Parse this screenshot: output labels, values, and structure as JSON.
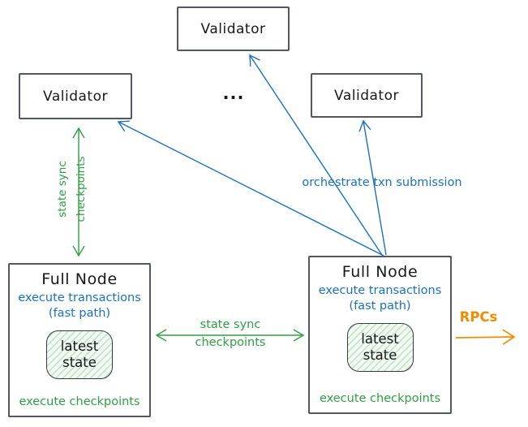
{
  "colors": {
    "blue": "#1971c2",
    "green": "#2f9e44",
    "orange": "#f08c00",
    "ink": "#17181a",
    "box_border": "#54585e"
  },
  "validator_top": {
    "label": "Validator"
  },
  "validator_left": {
    "label": "Validator"
  },
  "validator_right": {
    "label": "Validator"
  },
  "ellipsis": "...",
  "full_node_left": {
    "title": "Full Node",
    "exec_line1": "execute transactions",
    "exec_line2": "(fast path)",
    "state_line1": "latest",
    "state_line2": "state",
    "footer": "execute checkpoints"
  },
  "full_node_right": {
    "title": "Full Node",
    "exec_line1": "execute transactions",
    "exec_line2": "(fast path)",
    "state_line1": "latest",
    "state_line2": "state",
    "footer": "execute checkpoints"
  },
  "edges": {
    "left_state_sync": {
      "line1": "state sync",
      "line2": "checkpoints",
      "direction": "bidirectional"
    },
    "mid_state_sync": {
      "line1": "state sync",
      "line2": "checkpoints",
      "direction": "bidirectional"
    },
    "orchestrate": {
      "label": "orchestrate txn submission",
      "direction": "full-node-to-validators"
    },
    "rpcs": {
      "label": "RPCs",
      "direction": "outbound"
    }
  }
}
